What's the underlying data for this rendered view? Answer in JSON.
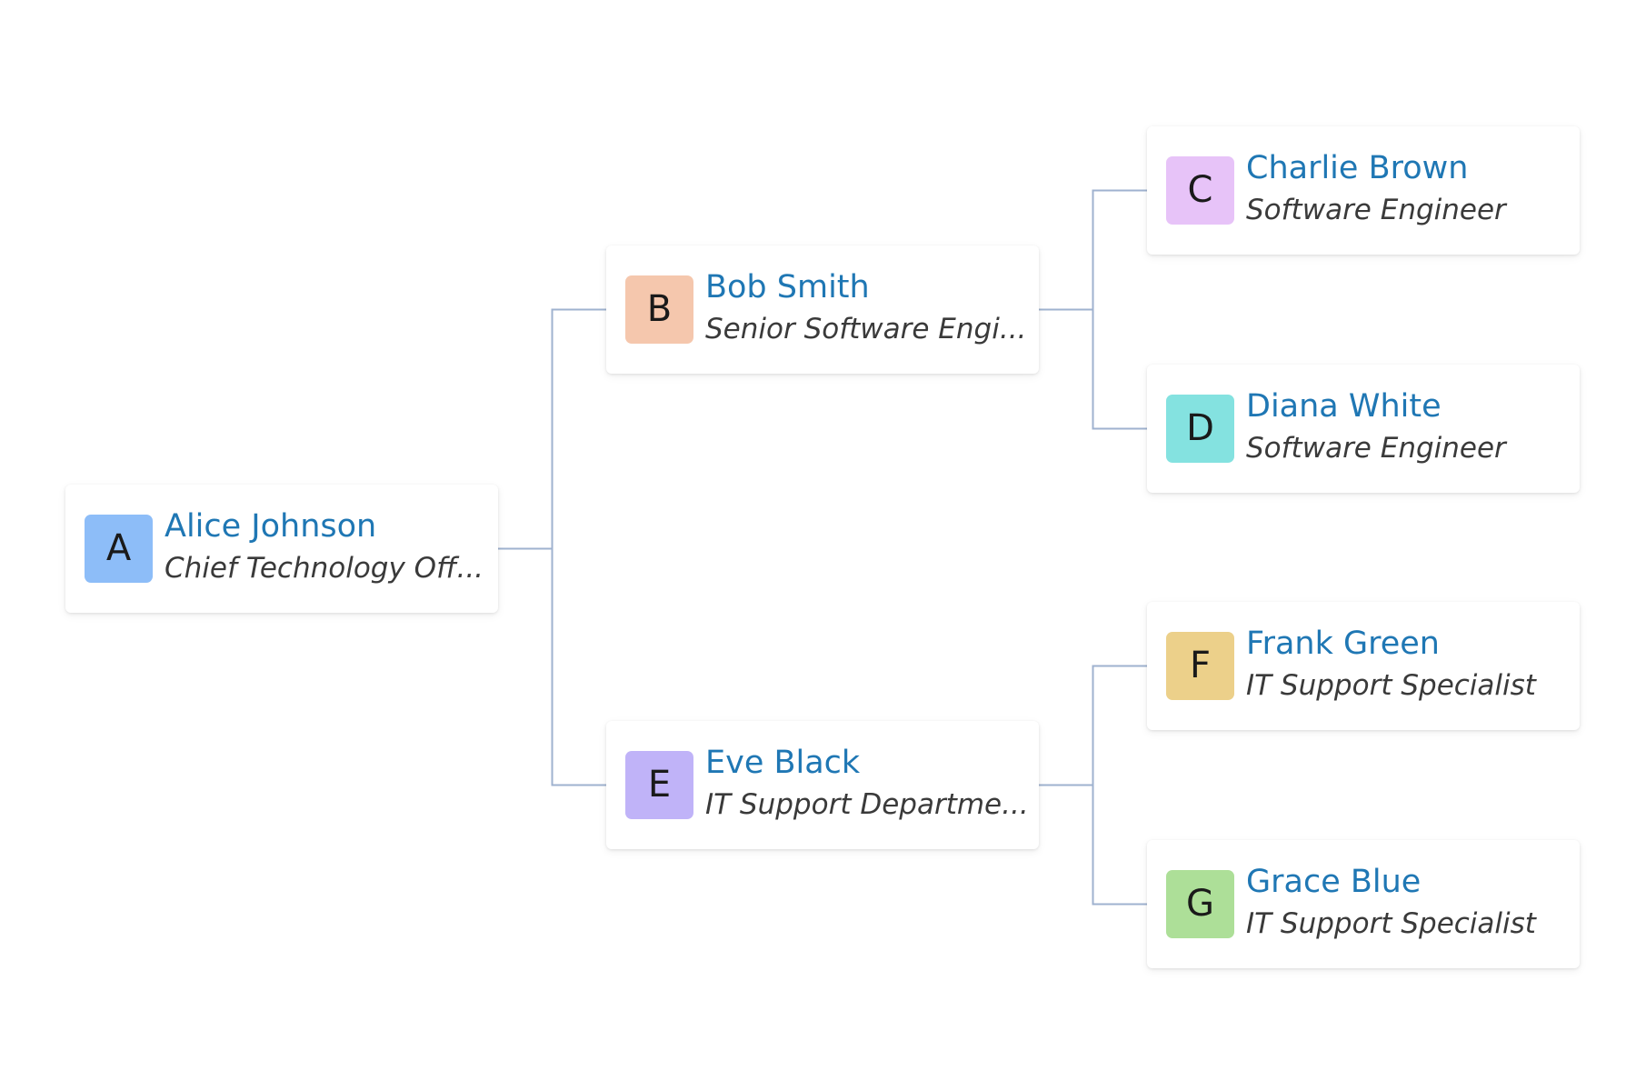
{
  "styles": {
    "connector_color": "#9fb2cf",
    "name_color": "#1f77b4",
    "role_color": "#3a3a3a",
    "card_background": "#ffffff"
  },
  "org_chart": {
    "nodes": {
      "alice": {
        "initial": "A",
        "name": "Alice Johnson",
        "role": "Chief Technology Off...",
        "avatar_color": "#8dbdf8"
      },
      "bob": {
        "initial": "B",
        "name": "Bob Smith",
        "role": "Senior Software Engi...",
        "avatar_color": "#f5c7ad"
      },
      "charlie": {
        "initial": "C",
        "name": "Charlie Brown",
        "role": "Software Engineer",
        "avatar_color": "#e7c3f8"
      },
      "diana": {
        "initial": "D",
        "name": "Diana White",
        "role": "Software Engineer",
        "avatar_color": "#84e2e0"
      },
      "eve": {
        "initial": "E",
        "name": "Eve Black",
        "role": "IT Support Departme...",
        "avatar_color": "#c0b3f8"
      },
      "frank": {
        "initial": "F",
        "name": "Frank Green",
        "role": "IT Support Specialist",
        "avatar_color": "#ecd08a"
      },
      "grace": {
        "initial": "G",
        "name": "Grace Blue",
        "role": "IT Support Specialist",
        "avatar_color": "#addf98"
      }
    },
    "edges": [
      {
        "from": "alice",
        "to": "bob"
      },
      {
        "from": "alice",
        "to": "eve"
      },
      {
        "from": "bob",
        "to": "charlie"
      },
      {
        "from": "bob",
        "to": "diana"
      },
      {
        "from": "eve",
        "to": "frank"
      },
      {
        "from": "eve",
        "to": "grace"
      }
    ]
  }
}
